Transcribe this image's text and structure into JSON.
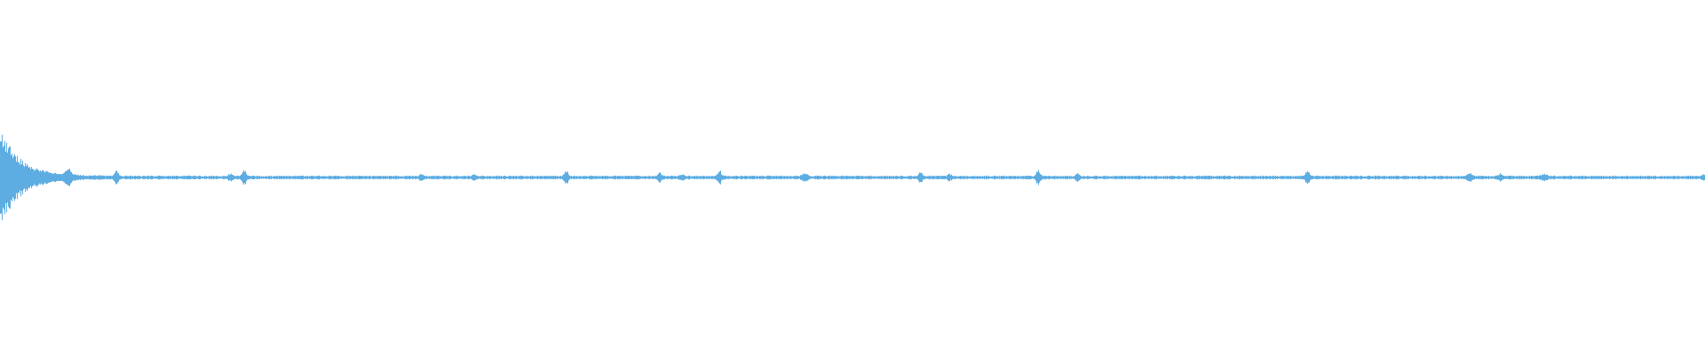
{
  "waveform": {
    "color": "#5dade2",
    "background": "#ffffff",
    "baseline_level": 0.006,
    "noise_level": 0.012,
    "events": [
      {
        "at": 0.0,
        "peak": 0.3,
        "decay": 0.012
      },
      {
        "at": 0.04,
        "peak": 0.05,
        "decay": 0.003
      },
      {
        "at": 0.068,
        "peak": 0.04,
        "decay": 0.002
      },
      {
        "at": 0.135,
        "peak": 0.02,
        "decay": 0.002
      },
      {
        "at": 0.143,
        "peak": 0.05,
        "decay": 0.002
      },
      {
        "at": 0.247,
        "peak": 0.015,
        "decay": 0.002
      },
      {
        "at": 0.278,
        "peak": 0.012,
        "decay": 0.002
      },
      {
        "at": 0.332,
        "peak": 0.04,
        "decay": 0.002
      },
      {
        "at": 0.387,
        "peak": 0.025,
        "decay": 0.002
      },
      {
        "at": 0.4,
        "peak": 0.015,
        "decay": 0.002
      },
      {
        "at": 0.422,
        "peak": 0.045,
        "decay": 0.002
      },
      {
        "at": 0.472,
        "peak": 0.02,
        "decay": 0.003
      },
      {
        "at": 0.54,
        "peak": 0.025,
        "decay": 0.002
      },
      {
        "at": 0.557,
        "peak": 0.015,
        "decay": 0.002
      },
      {
        "at": 0.609,
        "peak": 0.04,
        "decay": 0.002
      },
      {
        "at": 0.632,
        "peak": 0.02,
        "decay": 0.002
      },
      {
        "at": 0.767,
        "peak": 0.04,
        "decay": 0.002
      },
      {
        "at": 0.862,
        "peak": 0.025,
        "decay": 0.003
      },
      {
        "at": 0.88,
        "peak": 0.02,
        "decay": 0.002
      },
      {
        "at": 0.906,
        "peak": 0.015,
        "decay": 0.003
      },
      {
        "at": 1.0,
        "peak": 0.012,
        "decay": 0.002
      }
    ]
  }
}
